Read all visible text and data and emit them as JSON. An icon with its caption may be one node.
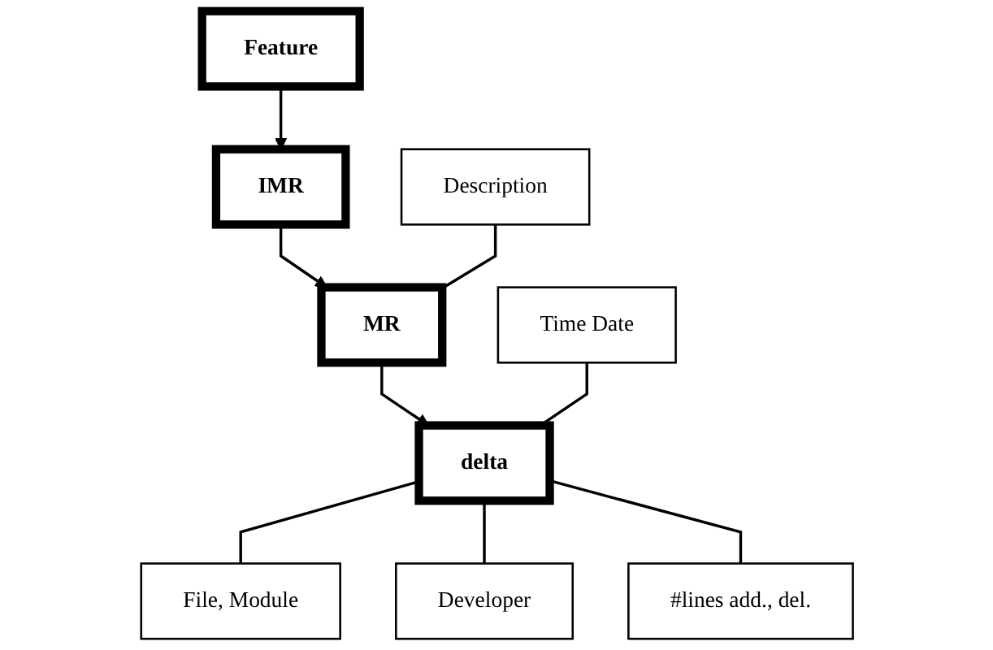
{
  "diagram": {
    "nodes": [
      {
        "text": [
          "Feature"
        ]
      },
      {
        "text": [
          "IMR"
        ]
      },
      {
        "text": [
          "MR"
        ]
      },
      {
        "text": [
          "Description"
        ]
      },
      {
        "text": [
          "delta"
        ]
      },
      {
        "text": [
          "Time Date"
        ]
      },
      {
        "text": [
          "File, Module"
        ]
      },
      {
        "text": [
          "Developer"
        ]
      },
      {
        "text": [
          "#lines add., del."
        ]
      }
    ],
    "edges": [
      {
        "from": 0,
        "to": 1,
        "arrow": "to"
      },
      {
        "from": 1,
        "to": 2,
        "arrow": "to"
      },
      {
        "from": 3,
        "to": 2,
        "arrow": "none"
      },
      {
        "from": 2,
        "to": 4,
        "arrow": "to"
      },
      {
        "from": 5,
        "to": 4,
        "arrow": "none"
      },
      {
        "from": 4,
        "to": 6,
        "arrow": "none"
      },
      {
        "from": 4,
        "to": 7,
        "arrow": "none"
      },
      {
        "from": 4,
        "to": 8,
        "arrow": "none"
      }
    ]
  }
}
